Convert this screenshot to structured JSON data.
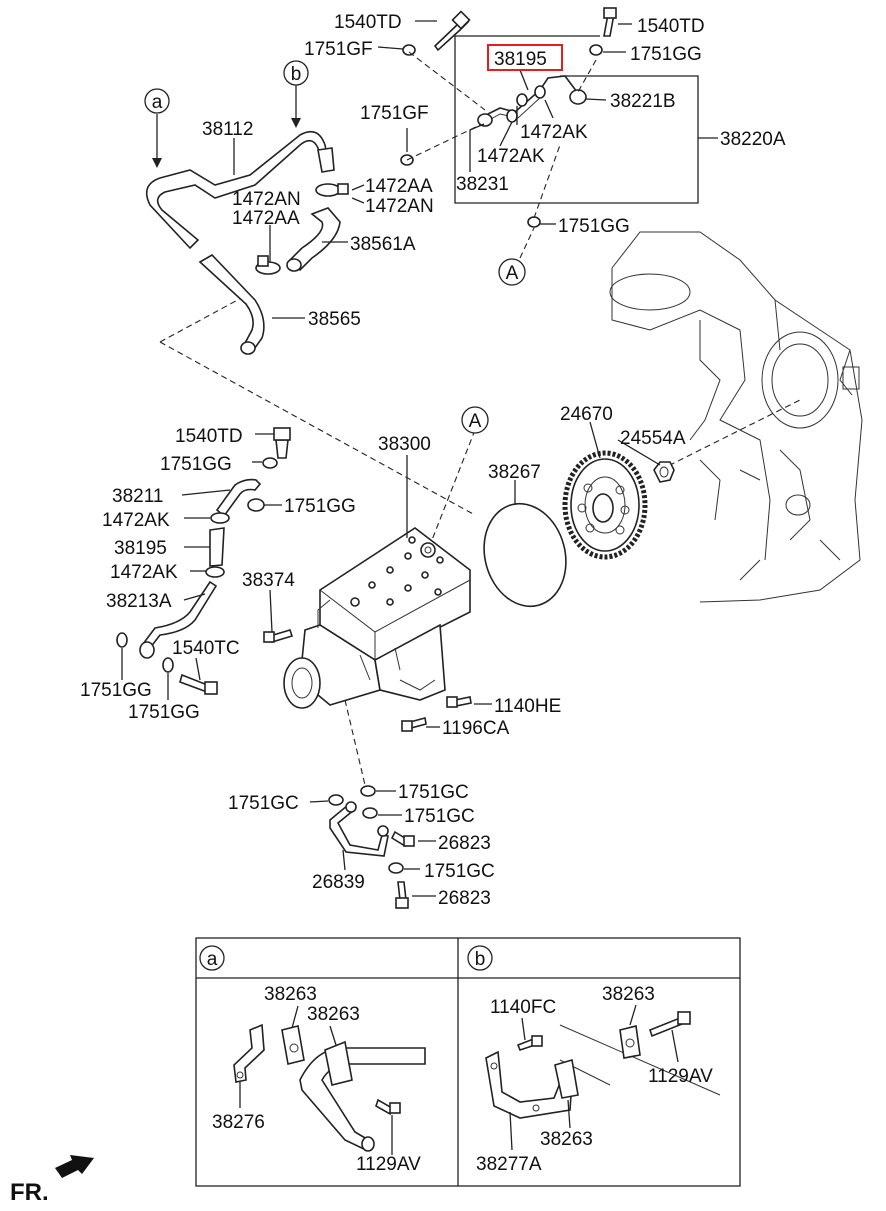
{
  "callouts": {
    "a_top": "a",
    "b_top": "b",
    "A_top": "A",
    "A_mid": "A"
  },
  "labels": {
    "l_1540TD_1": "1540TD",
    "l_1751GF_1": "1751GF",
    "l_38195_hl": "38195",
    "l_1540TD_2": "1540TD",
    "l_1751GG_1": "1751GG",
    "l_38221B": "38221B",
    "l_1751GF_2": "1751GF",
    "l_1472AK_1": "1472AK",
    "l_38220A": "38220A",
    "l_1472AK_2": "1472AK",
    "l_38231": "38231",
    "l_1751GG_2": "1751GG",
    "l_38112": "38112",
    "l_1472AA_1": "1472AA",
    "l_1472AN_1": "1472AN",
    "l_1472AN_2": "1472AN",
    "l_1472AA_2": "1472AA",
    "l_38561A": "38561A",
    "l_38565": "38565",
    "l_1540TD_3": "1540TD",
    "l_38300": "38300",
    "l_24670": "24670",
    "l_24554A": "24554A",
    "l_1751GG_3": "1751GG",
    "l_38211": "38211",
    "l_38267": "38267",
    "l_1751GG_4": "1751GG",
    "l_1472AK_3": "1472AK",
    "l_38195_2": "38195",
    "l_1472AK_4": "1472AK",
    "l_38374": "38374",
    "l_38213A": "38213A",
    "l_1540TC": "1540TC",
    "l_1751GG_5": "1751GG",
    "l_1751GG_6": "1751GG",
    "l_1140HE": "1140HE",
    "l_1196CA": "1196CA",
    "l_1751GC_1": "1751GC",
    "l_1751GC_2": "1751GC",
    "l_1751GC_3": "1751GC",
    "l_26823_1": "26823",
    "l_26839": "26839",
    "l_1751GC_4": "1751GC",
    "l_26823_2": "26823"
  },
  "detail_a": {
    "tag": "a",
    "labels": {
      "l_38263_1": "38263",
      "l_38263_2": "38263",
      "l_38276": "38276",
      "l_1129AV": "1129AV"
    }
  },
  "detail_b": {
    "tag": "b",
    "labels": {
      "l_1140FC": "1140FC",
      "l_38263_1": "38263",
      "l_1129AV": "1129AV",
      "l_38263_2": "38263",
      "l_38277A": "38277A"
    }
  },
  "footer": {
    "fr": "FR."
  },
  "colors": {
    "highlight": "#e02020",
    "ink": "#222222"
  }
}
